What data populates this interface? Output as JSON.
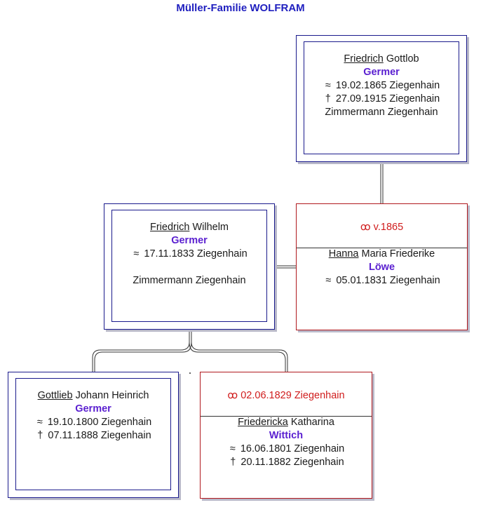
{
  "title": "Müller-Familie WOLFRAM",
  "top_person": {
    "given_underlined": "Friedrich",
    "given_rest": "Gottlob",
    "surname": "Germer",
    "birth_sym": "≈",
    "birth": "19.02.1865 Ziegenhain",
    "death_sym": "†",
    "death": "27.09.1915 Ziegenhain",
    "occupation": "Zimmermann Ziegenhain"
  },
  "middle_person": {
    "given_underlined": "Friedrich",
    "given_rest": "Wilhelm",
    "surname": "Germer",
    "birth_sym": "≈",
    "birth": "17.11.1833 Ziegenhain",
    "occupation": "Zimmermann Ziegenhain"
  },
  "middle_spouse": {
    "marriage_sym": "ꝏ",
    "marriage": "v.1865",
    "given_underlined": "Hanna",
    "given_rest": "Maria Friederike",
    "surname": "Löwe",
    "birth_sym": "≈",
    "birth": "05.01.1831 Ziegenhain"
  },
  "bottom_person": {
    "given_underlined": "Gottlieb",
    "given_rest": "Johann Heinrich",
    "surname": "Germer",
    "birth_sym": "≈",
    "birth": "19.10.1800 Ziegenhain",
    "death_sym": "†",
    "death": "07.11.1888 Ziegenhain"
  },
  "bottom_spouse": {
    "marriage_sym": "ꝏ",
    "marriage": "02.06.1829 Ziegenhain",
    "given_underlined": "Friedericka",
    "given_rest": "Katharina",
    "surname": "Wittich",
    "birth_sym": "≈",
    "birth": "16.06.1801 Ziegenhain",
    "death_sym": "†",
    "death": "20.11.1882 Ziegenhain"
  },
  "colors": {
    "blue_border": "#1a1a8c",
    "red_border": "#b0191e",
    "surname": "#5a1fd0",
    "marriage": "#d01c1c",
    "title": "#1f1fbf"
  }
}
